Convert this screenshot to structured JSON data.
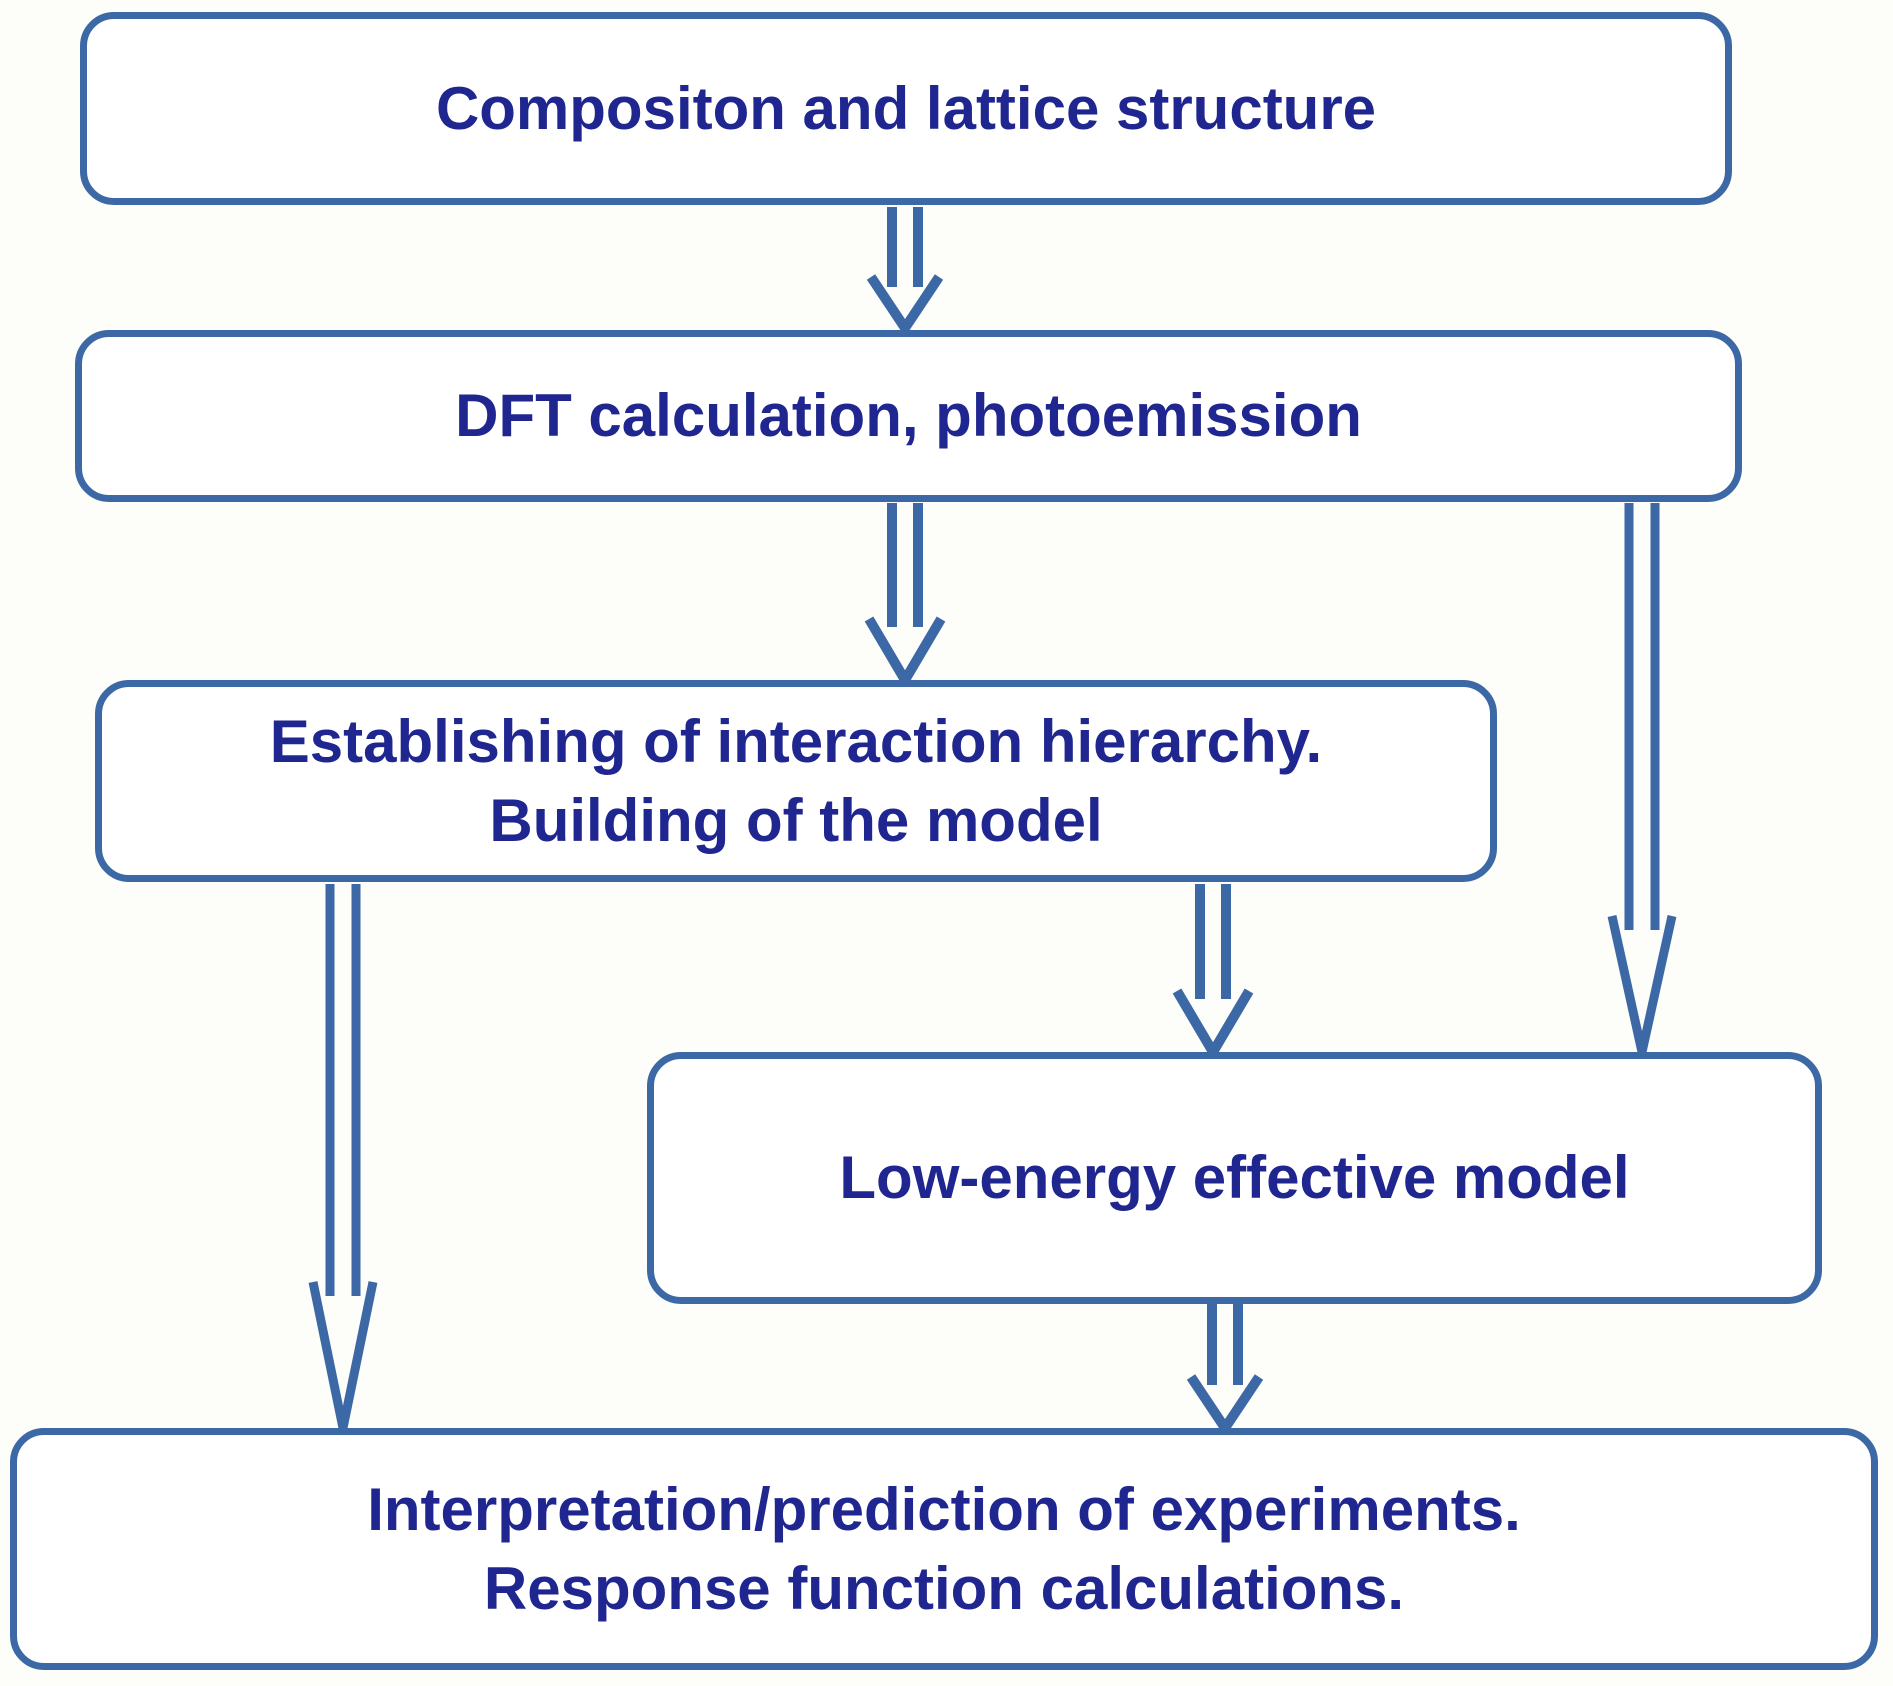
{
  "diagram": {
    "type": "flowchart",
    "colors": {
      "line": "#3c69a5",
      "text": "#20268f",
      "background": "#fdfdfa",
      "box_fill": "#ffffff"
    },
    "boxes": {
      "composition": {
        "label": "Compositon and lattice structure"
      },
      "dft": {
        "label": "DFT calculation, photoemission"
      },
      "hierarchy": {
        "line1": "Establishing of interaction hierarchy.",
        "line2": "Building of the model"
      },
      "low_energy": {
        "label": "Low-energy effective model"
      },
      "interpretation": {
        "line1": "Interpretation/prediction of experiments.",
        "line2": "Response function calculations."
      }
    },
    "edges": [
      {
        "from": "composition",
        "to": "dft"
      },
      {
        "from": "dft",
        "to": "hierarchy"
      },
      {
        "from": "dft",
        "to": "low_energy"
      },
      {
        "from": "hierarchy",
        "to": "low_energy"
      },
      {
        "from": "hierarchy",
        "to": "interpretation"
      },
      {
        "from": "low_energy",
        "to": "interpretation"
      }
    ]
  }
}
